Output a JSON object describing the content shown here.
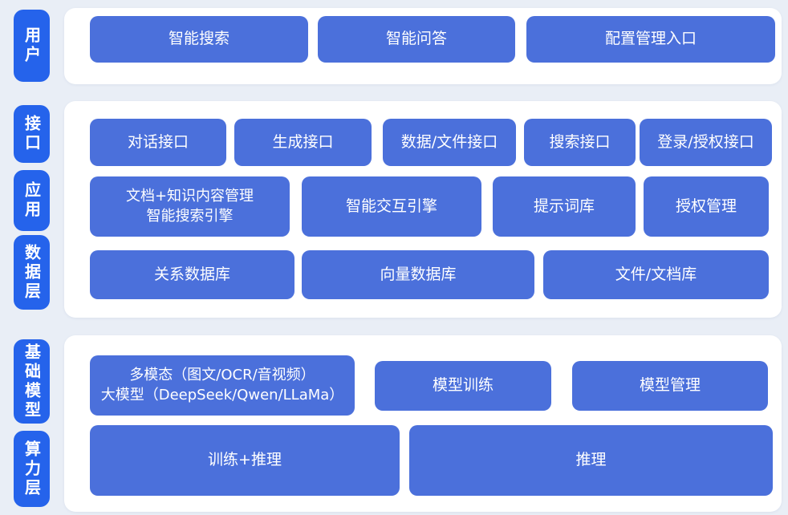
{
  "diagram": {
    "title": "AI platform architecture layers",
    "colors": {
      "background": "#e9eef6",
      "panel": "#ffffff",
      "layer_pill": "#2563eb",
      "box": "#4b70db",
      "text": "#ffffff"
    },
    "layers": {
      "user": "用户",
      "interface": "接口",
      "application": "应用",
      "data": "数据层",
      "foundation": "基础模型",
      "compute": "算力层"
    },
    "boxes": {
      "search": "智能搜索",
      "qa": "智能问答",
      "config_entry": "配置管理入口",
      "dialog_api": "对话接口",
      "generation_api": "生成接口",
      "data_file_api": "数据/文件接口",
      "search_api": "搜索接口",
      "login_auth_api": "登录/授权接口",
      "doc_knowledge_engine": "文档+知识内容管理\n智能搜索引擎",
      "interaction_engine": "智能交互引擎",
      "prompt_library": "提示词库",
      "auth_management": "授权管理",
      "relational_db": "关系数据库",
      "vector_db": "向量数据库",
      "file_doc_store": "文件/文档库",
      "multimodal_llm": "多模态（图文/OCR/音视频）\n大模型（DeepSeek/Qwen/LLaMa）",
      "model_training": "模型训练",
      "model_management": "模型管理",
      "training_inference": "训练+推理",
      "inference": "推理"
    }
  }
}
